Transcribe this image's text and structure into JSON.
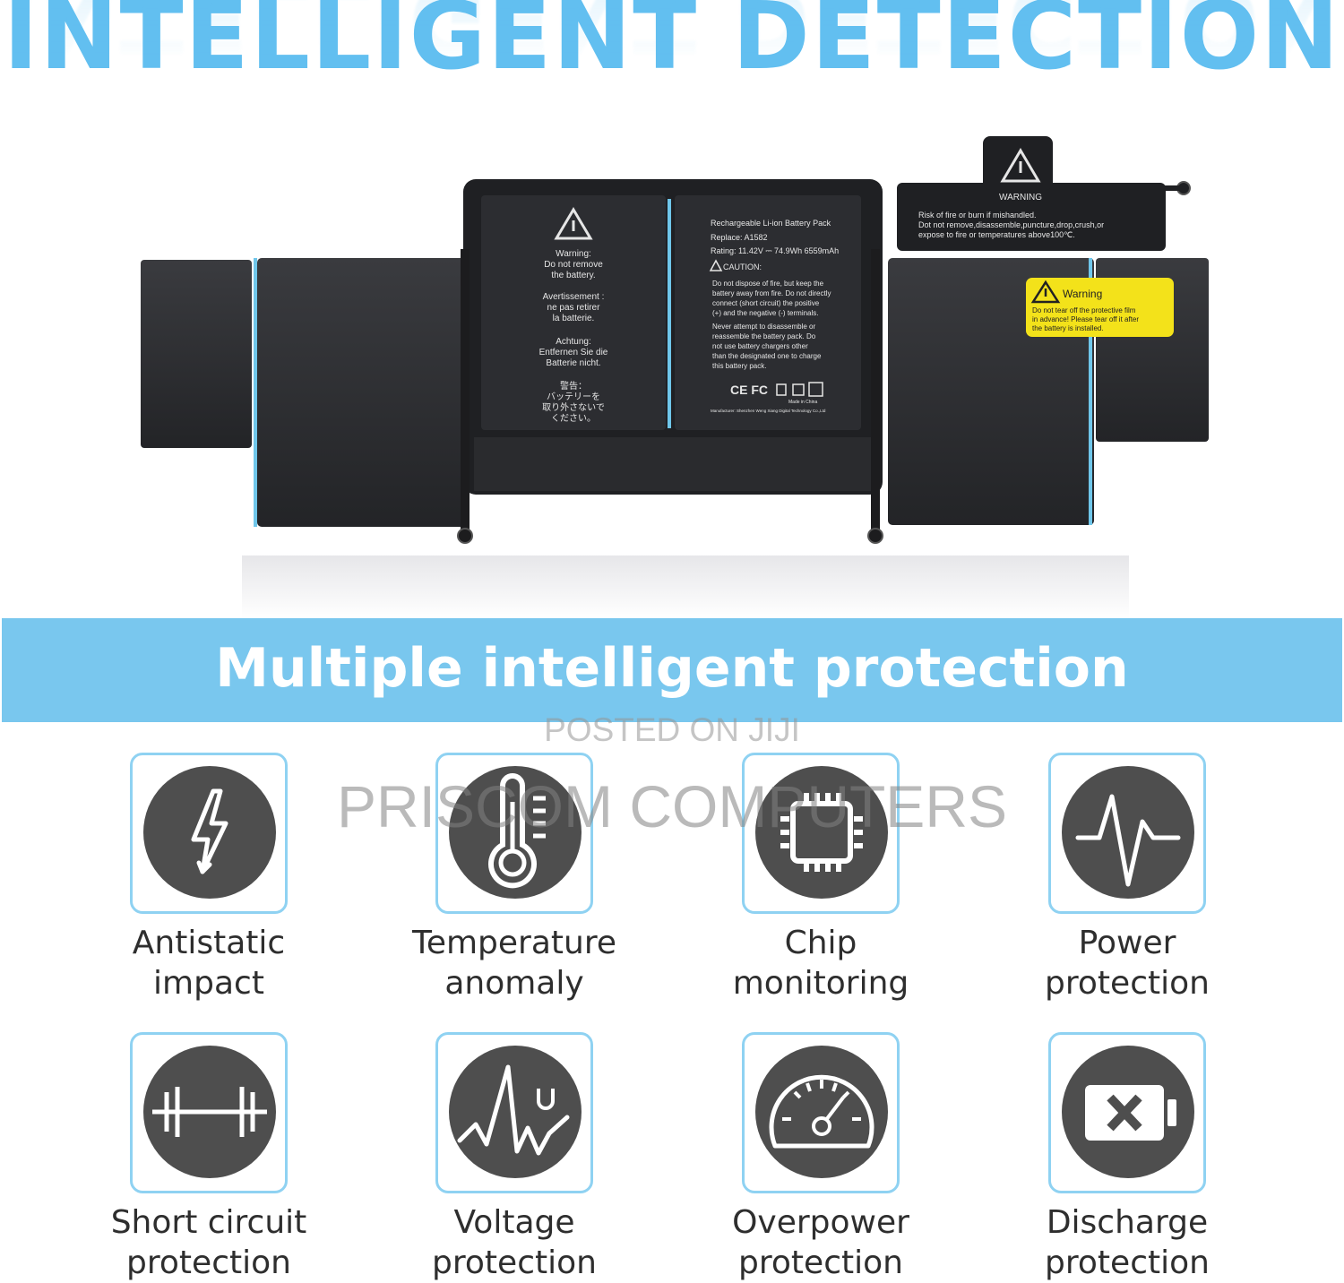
{
  "headline": "INTELLIGENT DETECTION",
  "banner_title": "Multiple intelligent protection",
  "watermark": {
    "posted": "POSTED ON JIJI",
    "seller": "PRISCOM COMPUTERS"
  },
  "battery_labels": {
    "left_panel": {
      "warning_en_1": "Warning:",
      "warning_en_2": "Do not remove",
      "warning_en_3": "the battery.",
      "warning_fr_1": "Avertissement :",
      "warning_fr_2": "ne pas retirer",
      "warning_fr_3": "la batterie.",
      "warning_de_1": "Achtung:",
      "warning_de_2": "Entfernen Sie die",
      "warning_de_3": "Batterie nicht.",
      "warning_jp_1": "警告：",
      "warning_jp_2": "バッテリーを",
      "warning_jp_3": "取り外さないで",
      "warning_jp_4": "ください。"
    },
    "spec_panel": {
      "title": "Rechargeable Li-ion Battery Pack",
      "replace": "Replace: A1582",
      "rating": "Rating: 11.42V ⎓ 74.9Wh 6559mAh",
      "caution": "CAUTION:",
      "line1": "Do not dispose of fire, but keep the",
      "line2": "battery away from fire. Do not directly",
      "line3": "connect (short circuit) the positive",
      "line4": "(+) and the negative (-) terminals.",
      "line5": "Never attempt to disassemble or",
      "line6": "reassemble the battery pack. Do",
      "line7": "not use battery chargers other",
      "line8": "than the designated one to charge",
      "line9": "this battery pack.",
      "marks": "CE FC",
      "made": "Made in China",
      "manufacturer": "Manufacturer: Shenzhen Weng Xiang Digital Technology Co.,Ltd"
    },
    "tab_warning": {
      "title": "WARNING",
      "line1": "Risk of fire or burn if mishandled.",
      "line2": "Dot not remove,disassemble,puncture,drop,crush,or",
      "line3": "expose to fire or temperatures above100℃."
    },
    "yellow_sticker": {
      "title": "Warning",
      "line1": "Do not tear off the protective film",
      "line2": "in advance! Please tear off it after",
      "line3": "the battery is installed."
    }
  },
  "features": [
    {
      "line1": "Antistatic",
      "line2": "impact",
      "icon": "lightning-icon"
    },
    {
      "line1": "Temperature",
      "line2": "anomaly",
      "icon": "thermometer-icon"
    },
    {
      "line1": "Chip",
      "line2": "monitoring",
      "icon": "chip-icon"
    },
    {
      "line1": "Power",
      "line2": "protection",
      "icon": "pulse-icon"
    },
    {
      "line1": "Short circuit",
      "line2": "protection",
      "icon": "circuit-icon"
    },
    {
      "line1": "Voltage",
      "line2": "protection",
      "icon": "voltage-wave-icon"
    },
    {
      "line1": "Overpower",
      "line2": "protection",
      "icon": "gauge-icon"
    },
    {
      "line1": "Discharge",
      "line2": "protection",
      "icon": "battery-x-icon"
    }
  ],
  "colors": {
    "accent_blue": "#62bff0",
    "banner_blue": "#79c7ee",
    "icon_border": "#8fd2f2",
    "icon_fill": "#4e4e4e",
    "battery_body": "#2a2b2e",
    "sticker_yellow": "#f3e21a"
  }
}
